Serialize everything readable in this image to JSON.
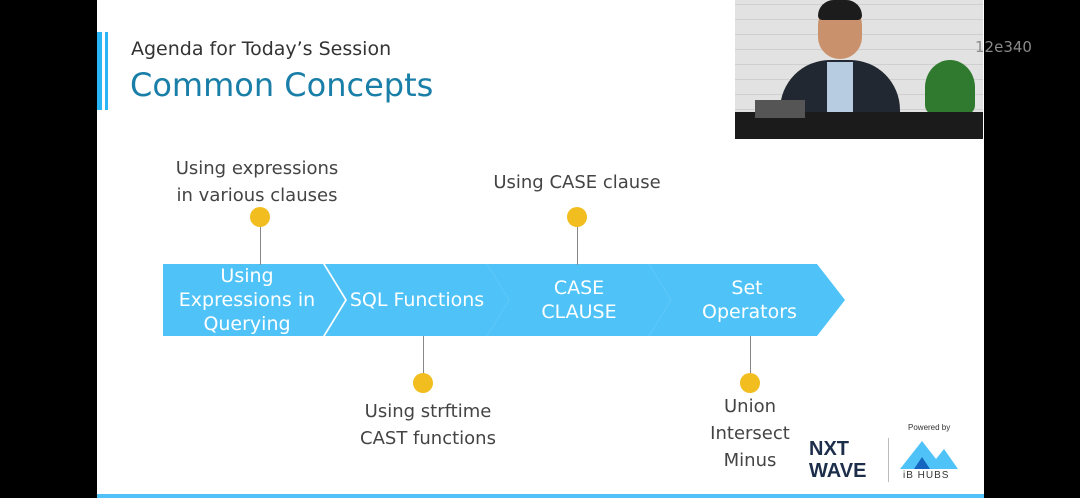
{
  "slide": {
    "subtitle": "Agenda for Today’s Session",
    "title": "Common Concepts"
  },
  "overlay_code": "12e340",
  "timeline": {
    "steps": [
      {
        "label": "Using Expressions in Querying"
      },
      {
        "label": "SQL Functions"
      },
      {
        "label": "CASE CLAUSE"
      },
      {
        "label": "Set Operators"
      }
    ],
    "notes": {
      "top_1": [
        "Using expressions",
        "in various clauses"
      ],
      "top_2": "Using CASE clause",
      "bottom_1": [
        "Using strftime",
        "CAST functions"
      ],
      "bottom_2": [
        "Union",
        "Intersect",
        "Minus"
      ]
    }
  },
  "logos": {
    "nxtwave_line1": "NXT",
    "nxtwave_line2": "WAVE",
    "powered_by": "Powered by",
    "ibhubs": "iB HUBS"
  },
  "colors": {
    "accent": "#4fc3f7",
    "title": "#1a7fa8",
    "dot": "#f2bd1f"
  }
}
